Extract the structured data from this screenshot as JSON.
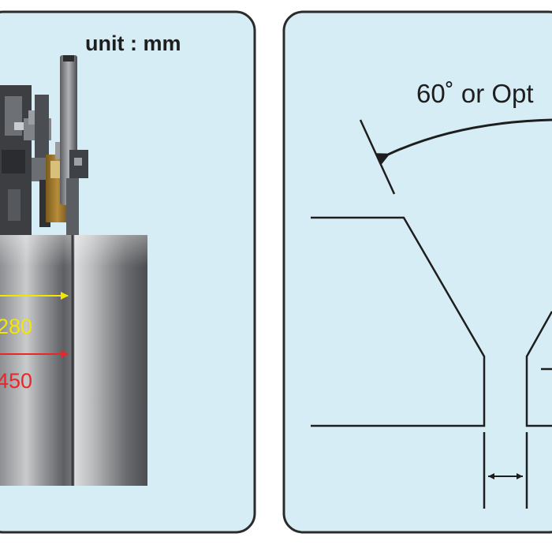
{
  "left_panel": {
    "unit_label": "unit : mm",
    "dim_top_value": "280",
    "dim_bottom_value": "450",
    "colors": {
      "panel_bg": "#d6edf6",
      "panel_border": "#2b2b2b",
      "dim_top": "#f2e600",
      "dim_bottom": "#e8272a"
    }
  },
  "right_panel": {
    "angle_label": "60˚ or Opt",
    "colors": {
      "panel_bg": "#d6edf6",
      "panel_border": "#2b2b2b",
      "line": "#1e1e1e"
    }
  }
}
